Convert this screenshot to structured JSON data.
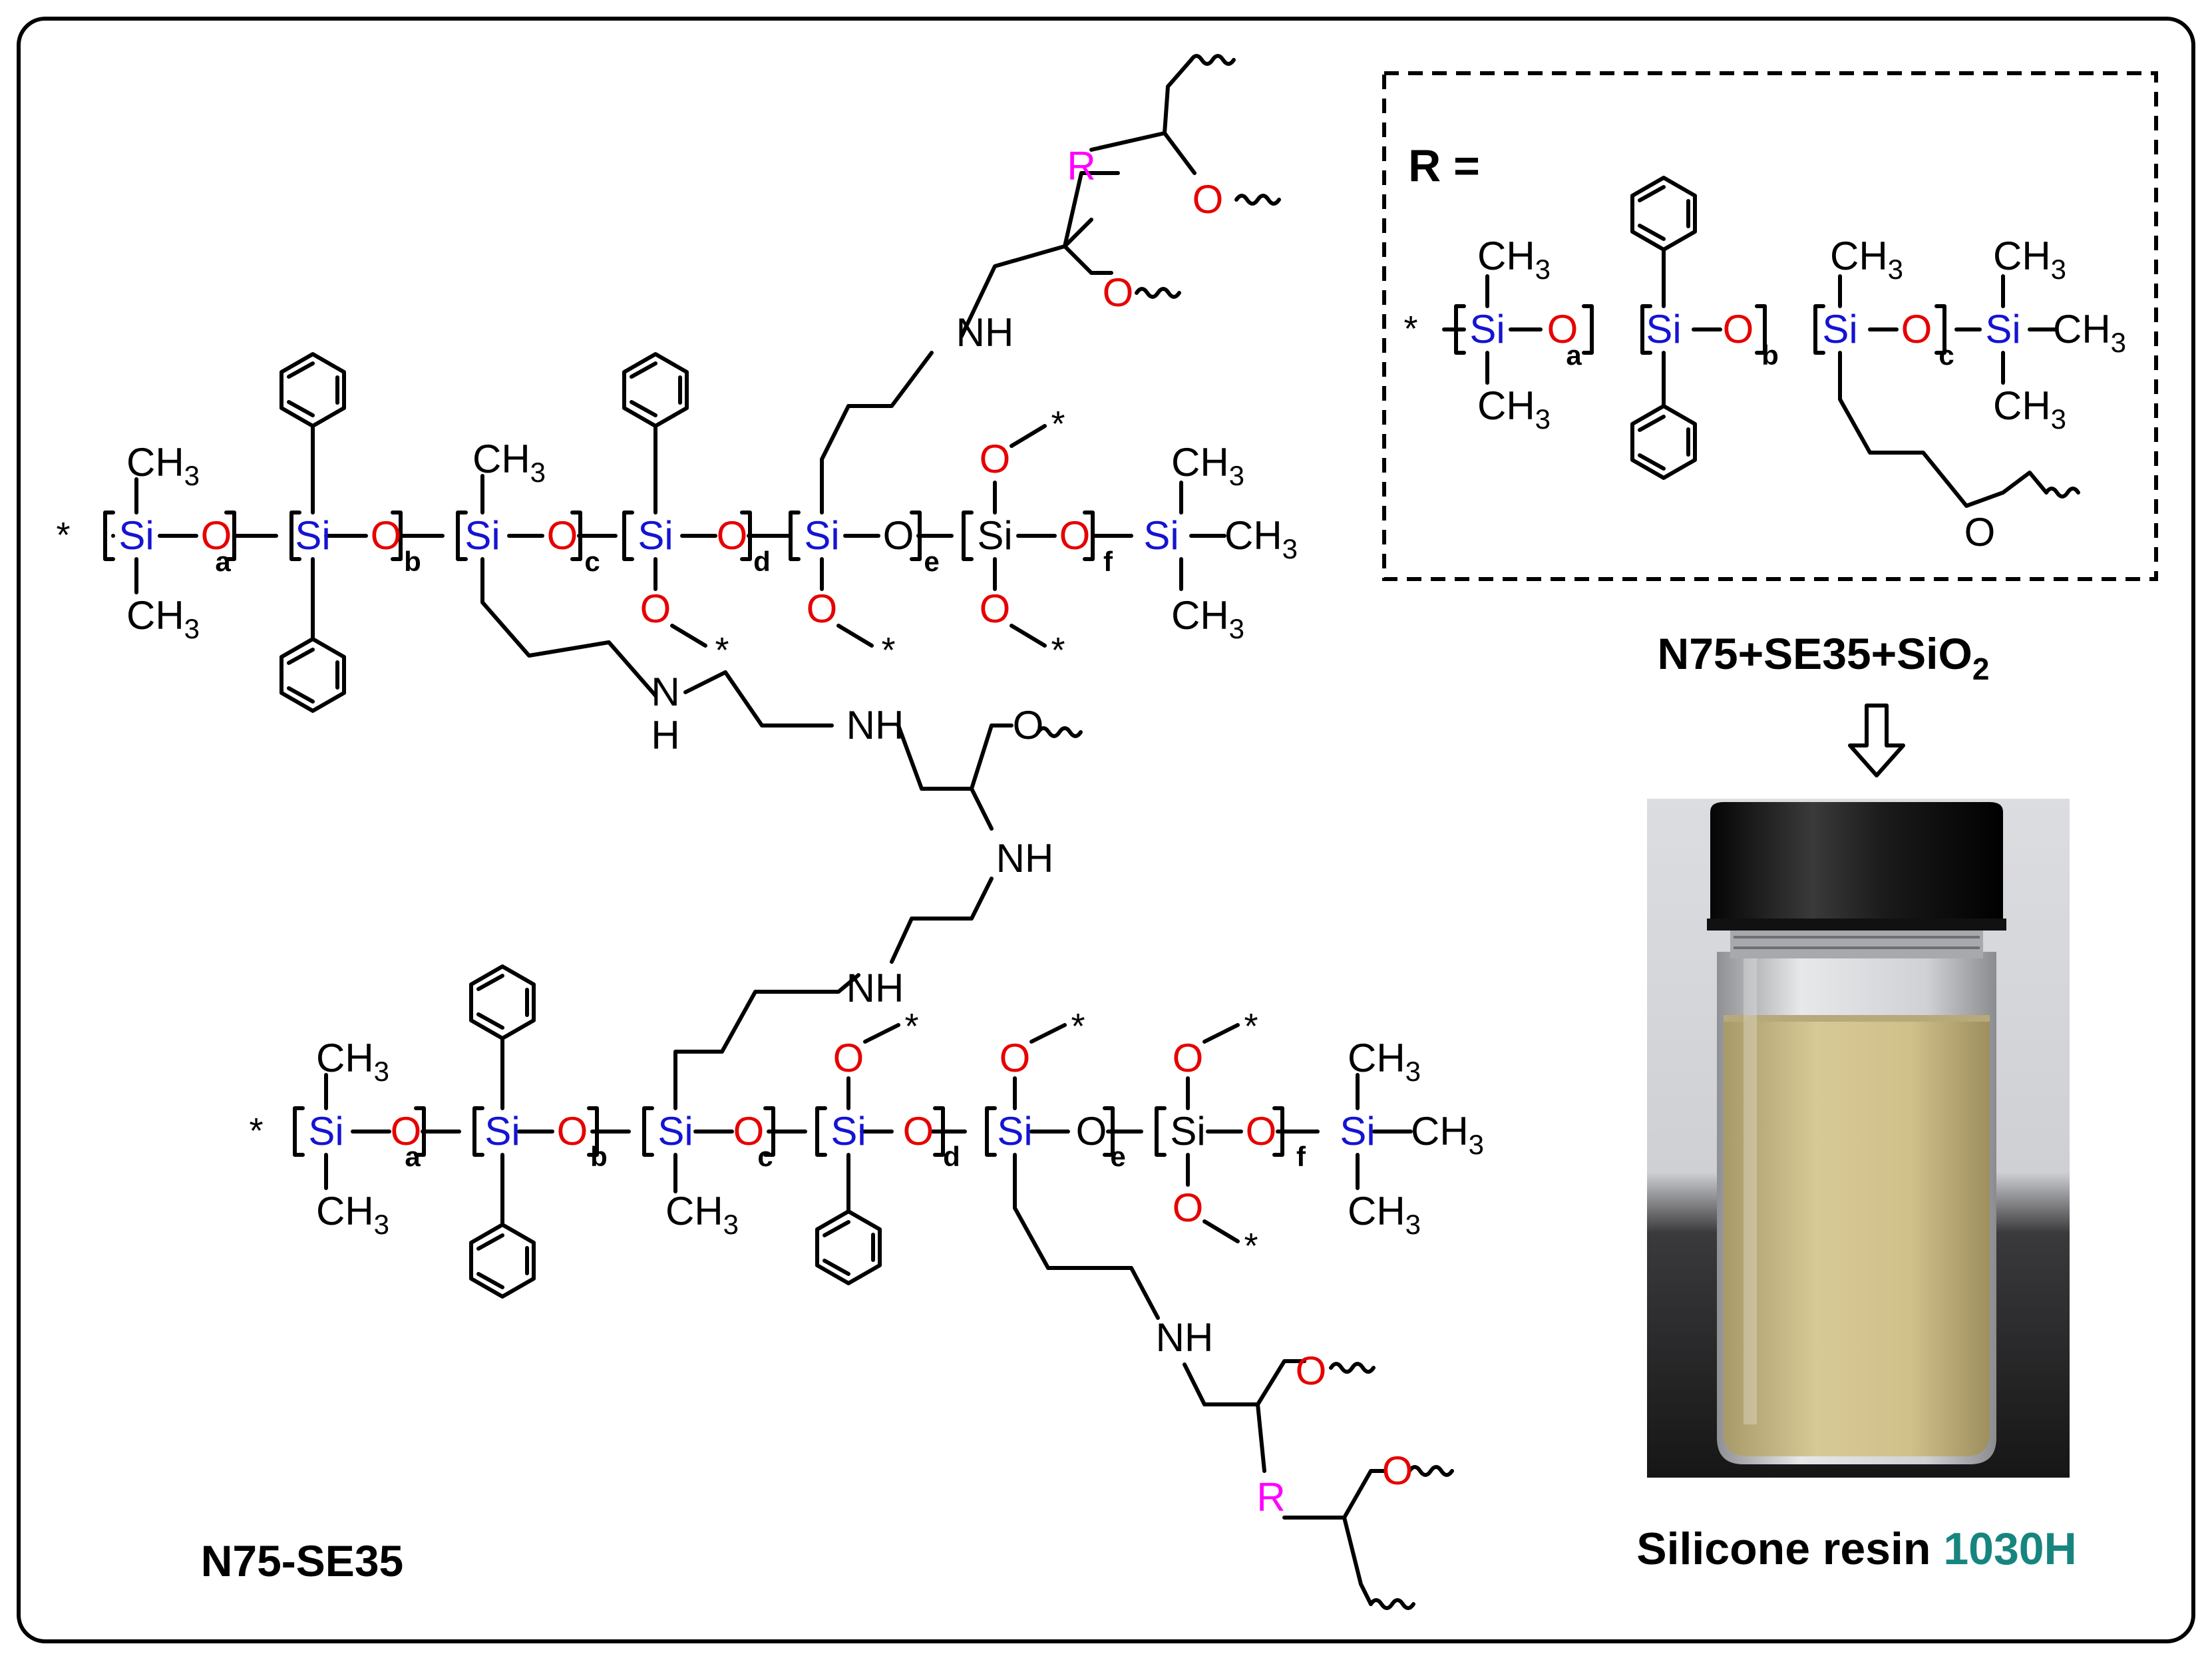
{
  "colors": {
    "silicon": "#1414d2",
    "oxygen": "#e60000",
    "r_group": "#ff00ff",
    "bond": "#000000",
    "highlight": "#17857f"
  },
  "atoms": {
    "si": "Si",
    "o": "O",
    "r": "R",
    "ch3": "CH",
    "three": "3",
    "nh": "NH",
    "n": "N",
    "h": "H",
    "star": "*"
  },
  "subscripts": [
    "a",
    "b",
    "c",
    "d",
    "e",
    "f"
  ],
  "legend": {
    "r_definition": "R =",
    "r_subscripts": [
      "a",
      "b",
      "c"
    ]
  },
  "labels": {
    "top_right_product": "N75+SE35+SiO",
    "top_right_product_sub": "2",
    "main_structure": "N75-SE35",
    "photo_caption_prefix": "Silicone resin ",
    "photo_caption_highlight": "1030H"
  },
  "icons": {
    "arrow": "hollow-down-arrow-icon",
    "photo": "vial-photo"
  }
}
